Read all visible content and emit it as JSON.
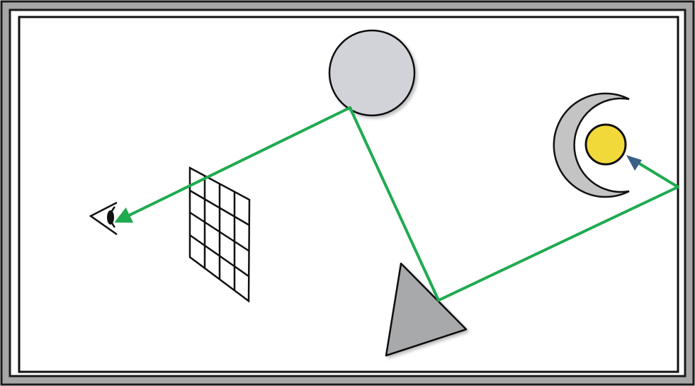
{
  "diagram": {
    "description_free": true,
    "colors": {
      "background": "#ffffff",
      "frame_outer": "#1a1a1a",
      "frame_fill": "#a6a6a6",
      "ray": "#1faa4f",
      "ray_last_arrowhead": "#3a5f86",
      "sphere_fill": "#d1d3d8",
      "sphere_stroke": "#111111",
      "triangle_fill": "#a8a9ab",
      "triangle_stroke": "#111111",
      "light_fill": "#f2d93a",
      "light_stroke": "#111111",
      "crescent_fill": "#c4c4c4",
      "grid_stroke": "#111111",
      "eye_stroke": "#111111"
    },
    "icons": {
      "eye": "eye-icon",
      "light": "light-source-icon",
      "screen": "image-plane-grid",
      "sphere": "sphere-object",
      "triangle": "triangle-object"
    },
    "ray_path_stops": [
      "eye",
      "sphere",
      "triangle",
      "wall",
      "light"
    ]
  }
}
